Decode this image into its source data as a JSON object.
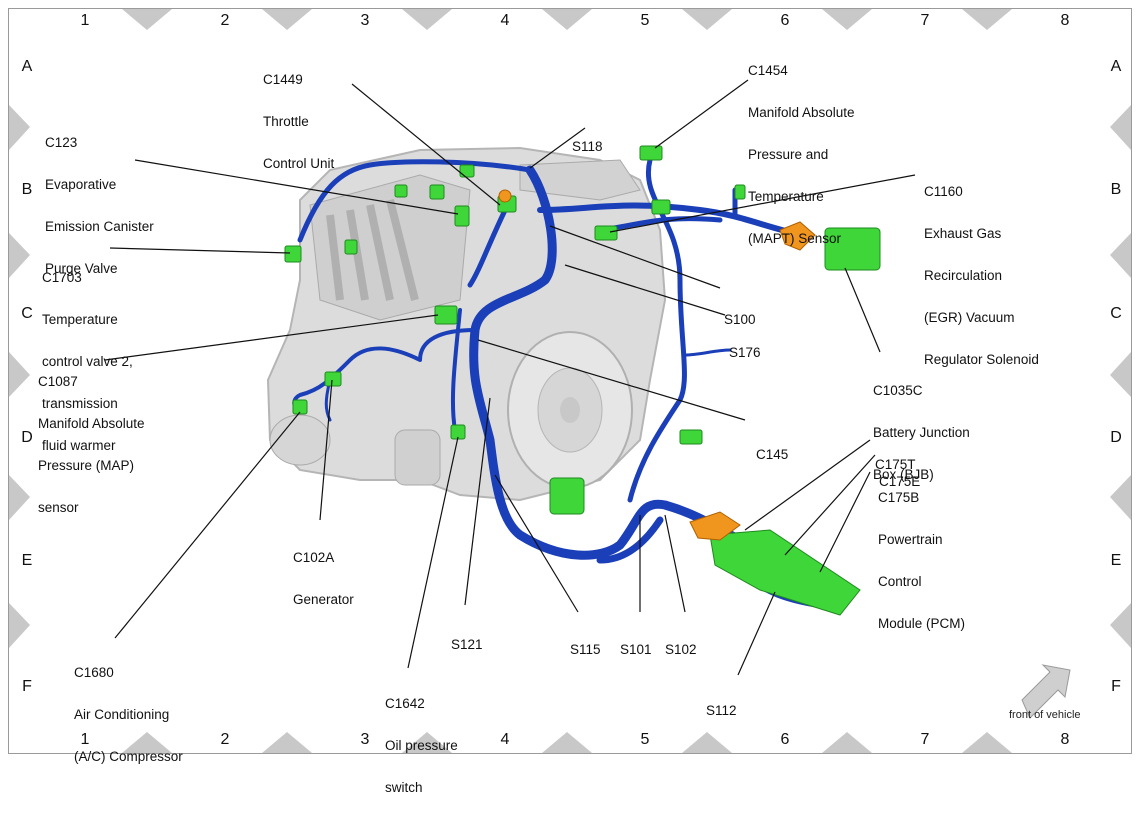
{
  "grid": {
    "columns": [
      "1",
      "2",
      "3",
      "4",
      "5",
      "6",
      "7",
      "8"
    ],
    "rows": [
      "A",
      "B",
      "C",
      "D",
      "E",
      "F"
    ]
  },
  "labels": {
    "c1449": [
      "C1449",
      "Throttle",
      "Control Unit"
    ],
    "c1454": [
      "C1454",
      "Manifold Absolute",
      "Pressure and",
      "Temperature",
      "(MAPT) Sensor"
    ],
    "c123": [
      "C123",
      "Evaporative",
      "Emission Canister",
      "Purge Valve"
    ],
    "s118": [
      "S118"
    ],
    "c1160": [
      "C1160",
      "Exhaust Gas",
      "Recirculation",
      "(EGR) Vacuum",
      "Regulator Solenoid"
    ],
    "c1703": [
      "C1703",
      "Temperature",
      "control valve 2,",
      "transmission",
      "fluid warmer"
    ],
    "s100": [
      "S100"
    ],
    "s176": [
      "S176"
    ],
    "c1087": [
      "C1087",
      "Manifold Absolute",
      "Pressure (MAP)",
      "sensor"
    ],
    "c1035c": [
      "C1035C",
      "Battery Junction",
      "Box (BJB)"
    ],
    "c145": [
      "C145"
    ],
    "c175t": [
      "C175T"
    ],
    "c175e": [
      "C175E"
    ],
    "c175b": [
      "C175B",
      "Powertrain",
      "Control",
      "Module (PCM)"
    ],
    "c102a": [
      "C102A",
      "Generator"
    ],
    "s121": [
      "S121"
    ],
    "s115": [
      "S115"
    ],
    "s101": [
      "S101"
    ],
    "s102": [
      "S102"
    ],
    "c1680": [
      "C1680",
      "Air Conditioning",
      "(A/C) Compressor"
    ],
    "c1642": [
      "C1642",
      "Oil pressure",
      "switch"
    ],
    "s112": [
      "S112"
    ]
  },
  "front_of_vehicle": "front of vehicle",
  "colors": {
    "harness": "#1a3fb8",
    "connector": "#3fd63a",
    "orange": "#f0961e",
    "engine": "#d4d4d4",
    "border": "#9a9a9a",
    "triangle": "#c8c8c8"
  },
  "icons": [
    "front-arrow-icon"
  ]
}
